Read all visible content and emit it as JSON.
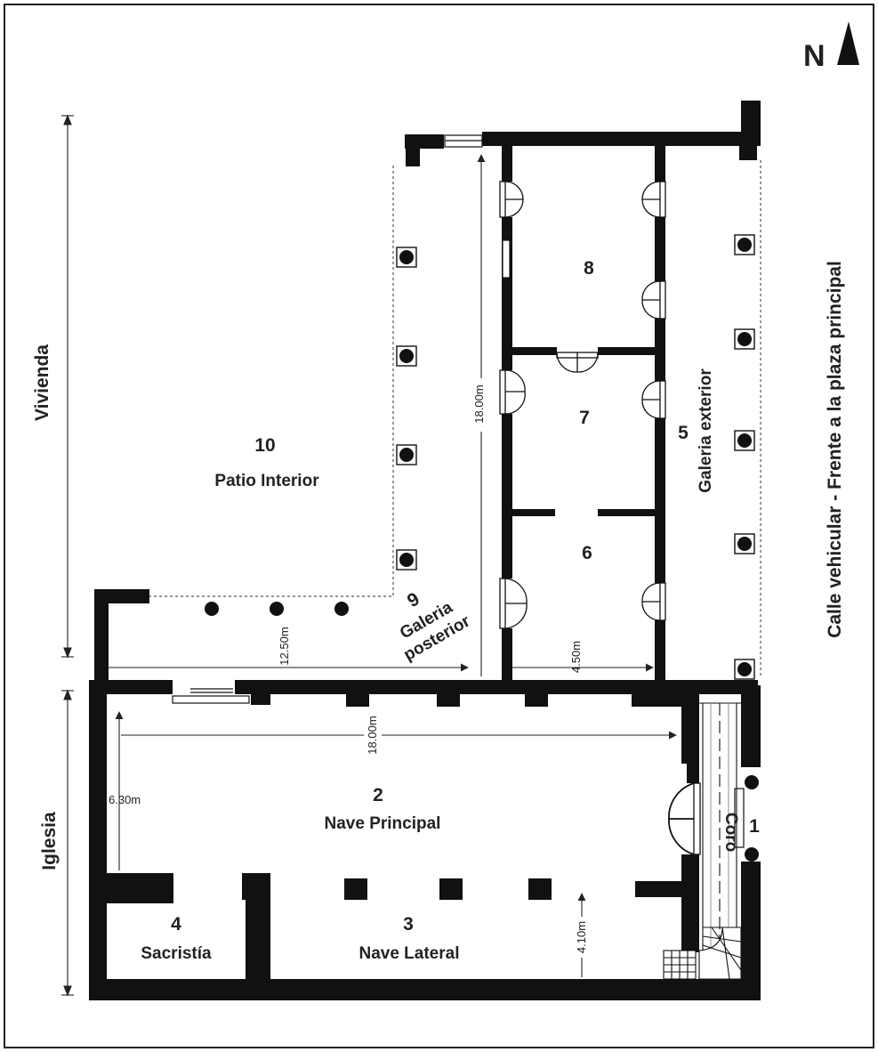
{
  "north": {
    "label": "N"
  },
  "side_labels": {
    "vivienda": "Vivienda",
    "iglesia": "Iglesia",
    "street": "Calle vehicular - Frente a la plaza principal"
  },
  "rooms": {
    "r1": {
      "number": "1"
    },
    "r2": {
      "number": "2",
      "name": "Nave Principal"
    },
    "r3": {
      "number": "3",
      "name": "Nave Lateral"
    },
    "r4": {
      "number": "4",
      "name": "Sacristía"
    },
    "r5": {
      "number": "5",
      "name": "Galeria exterior"
    },
    "r6": {
      "number": "6"
    },
    "r7": {
      "number": "7"
    },
    "r8": {
      "number": "8"
    },
    "r9": {
      "number": "9",
      "name_line1": "Galeria",
      "name_line2": "posterior"
    },
    "r10": {
      "number": "10",
      "name": "Patio Interior"
    },
    "coro": {
      "name": "Coro"
    }
  },
  "dimensions": {
    "d_1250": "12.50m",
    "d_1800_vertical": "18.00m",
    "d_450": "4.50m",
    "d_1800_horizontal": "18.00m",
    "d_630": "6.30m",
    "d_410": "4.10m"
  }
}
